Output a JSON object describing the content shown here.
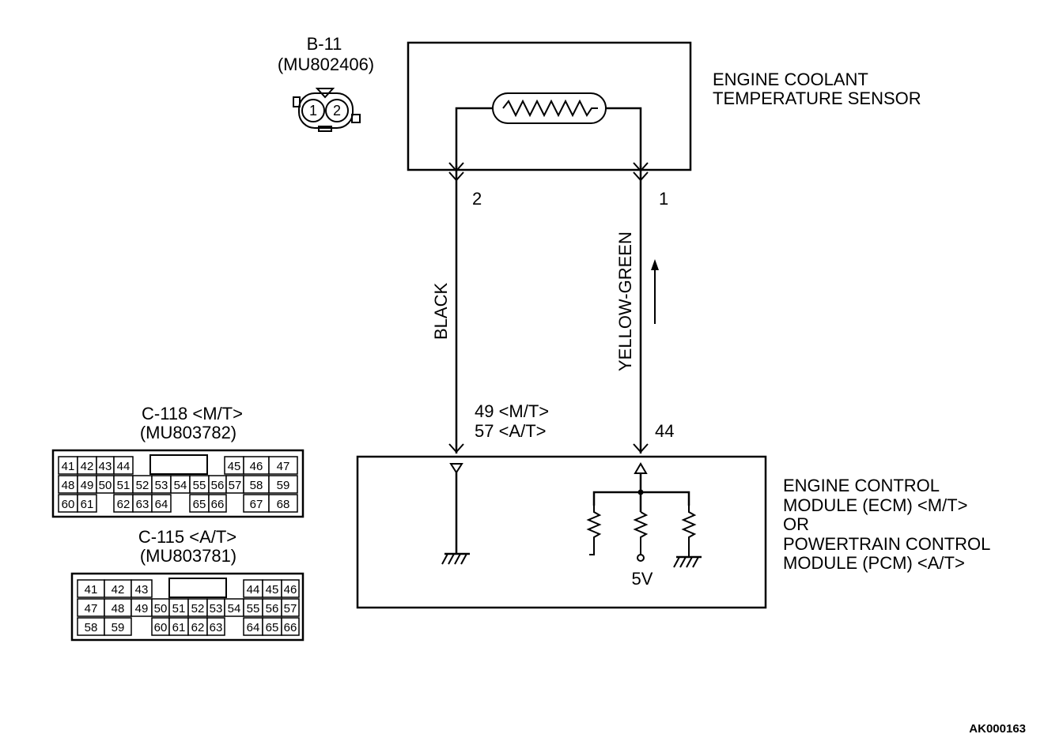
{
  "sensor_connector": {
    "id": "B-11",
    "part": "(MU802406)",
    "pins": [
      "1",
      "2"
    ]
  },
  "sensor": {
    "name_line1": "ENGINE COOLANT",
    "name_line2": "TEMPERATURE SENSOR",
    "pin_left": "2",
    "pin_right": "1"
  },
  "wires": {
    "left": "BLACK",
    "right": "YELLOW-GREEN"
  },
  "ecm_pins": {
    "left_line1": "49 <M/T>",
    "left_line2": "57 <A/T>",
    "right": "44"
  },
  "ecm": {
    "line1": "ENGINE CONTROL",
    "line2": "MODULE (ECM) <M/T>",
    "line3": "OR",
    "line4": "POWERTRAIN CONTROL",
    "line5": "MODULE (PCM) <A/T>",
    "voltage": "5V"
  },
  "connector_mt": {
    "id": "C-118 <M/T>",
    "part": "(MU803782)",
    "rows": [
      [
        "41",
        "42",
        "43",
        "44",
        "45",
        "46",
        "47"
      ],
      [
        "48",
        "49",
        "50",
        "51",
        "52",
        "53",
        "54",
        "55",
        "56",
        "57",
        "58",
        "59"
      ],
      [
        "60",
        "61",
        "62",
        "63",
        "64",
        "65",
        "66",
        "67",
        "68"
      ]
    ]
  },
  "connector_at": {
    "id": "C-115 <A/T>",
    "part": "(MU803781)",
    "rows": [
      [
        "41",
        "42",
        "43",
        "44",
        "45",
        "46"
      ],
      [
        "47",
        "48",
        "49",
        "50",
        "51",
        "52",
        "53",
        "54",
        "55",
        "56",
        "57"
      ],
      [
        "58",
        "59",
        "60",
        "61",
        "62",
        "63",
        "64",
        "65",
        "66"
      ]
    ]
  },
  "code": "AK000163"
}
